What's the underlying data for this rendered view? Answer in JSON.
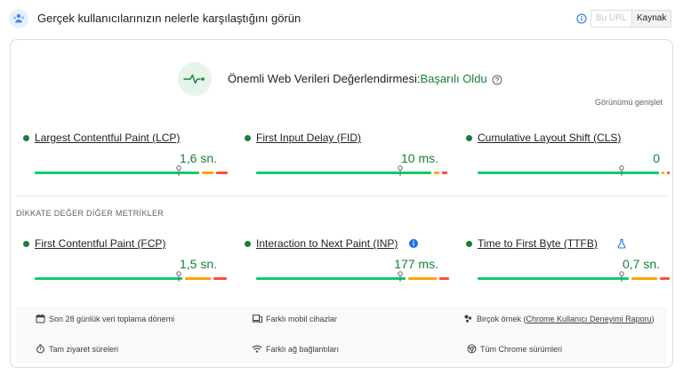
{
  "header": {
    "title": "Gerçek kullanıcılarınızın nelerle karşılaştığını görün",
    "toggle": {
      "url_label": "Bu URL",
      "origin_label": "Kaynak",
      "selected": "Kaynak"
    }
  },
  "assessment": {
    "prefix": "Önemli Web Verileri Değerlendirmesi:",
    "result": "Başarılı Oldu",
    "expand_label": "Görünümü genişlet"
  },
  "core_metrics": [
    {
      "name": "Largest Contentful Paint (LCP)",
      "value": "1,6 sn.",
      "status_color": "#188038",
      "marker_fraction": 0.75,
      "segments": [
        0.88,
        0.06,
        0.06
      ]
    },
    {
      "name": "First Input Delay (FID)",
      "value": "10 ms.",
      "status_color": "#188038",
      "marker_fraction": 0.75,
      "segments": [
        0.94,
        0.03,
        0.03
      ]
    },
    {
      "name": "Cumulative Layout Shift (CLS)",
      "value": "0",
      "status_color": "#188038",
      "marker_fraction": 0.75,
      "segments": [
        0.97,
        0.015,
        0.015
      ]
    }
  ],
  "other_section_title": "DİKKATE DEĞER DİĞER METRİKLER",
  "other_metrics": [
    {
      "name": "First Contentful Paint (FCP)",
      "value": "1,5 sn.",
      "status_color": "#188038",
      "marker_fraction": 0.75,
      "segments": [
        0.79,
        0.14,
        0.07
      ],
      "badge": ""
    },
    {
      "name": "Interaction to Next Paint (INP)",
      "value": "177 ms.",
      "status_color": "#188038",
      "marker_fraction": 0.75,
      "segments": [
        0.8,
        0.15,
        0.05
      ],
      "badge": "info-icon"
    },
    {
      "name": "Time to First Byte (TTFB)",
      "value": "0,7 sn.",
      "status_color": "#188038",
      "marker_fraction": 0.75,
      "segments": [
        0.81,
        0.14,
        0.05
      ],
      "badge": "flask-icon"
    }
  ],
  "footer": {
    "collection_period": "Son 28 günlük veri toplama dönemi",
    "devices": "Farklı mobil cihazlar",
    "samples_prefix": "Birçok örnek (",
    "samples_link": "Chrome Kullanıcı Deneyimi Raporu",
    "samples_suffix": ")",
    "visit_durations": "Tam ziyaret süreleri",
    "connections": "Farklı ağ bağlantıları",
    "chrome_versions": "Tüm Chrome sürümleri"
  },
  "colors": {
    "good": "#0cce6b",
    "needs_improvement": "#ffa400",
    "poor": "#ff4e42",
    "pass_text": "#188038"
  }
}
